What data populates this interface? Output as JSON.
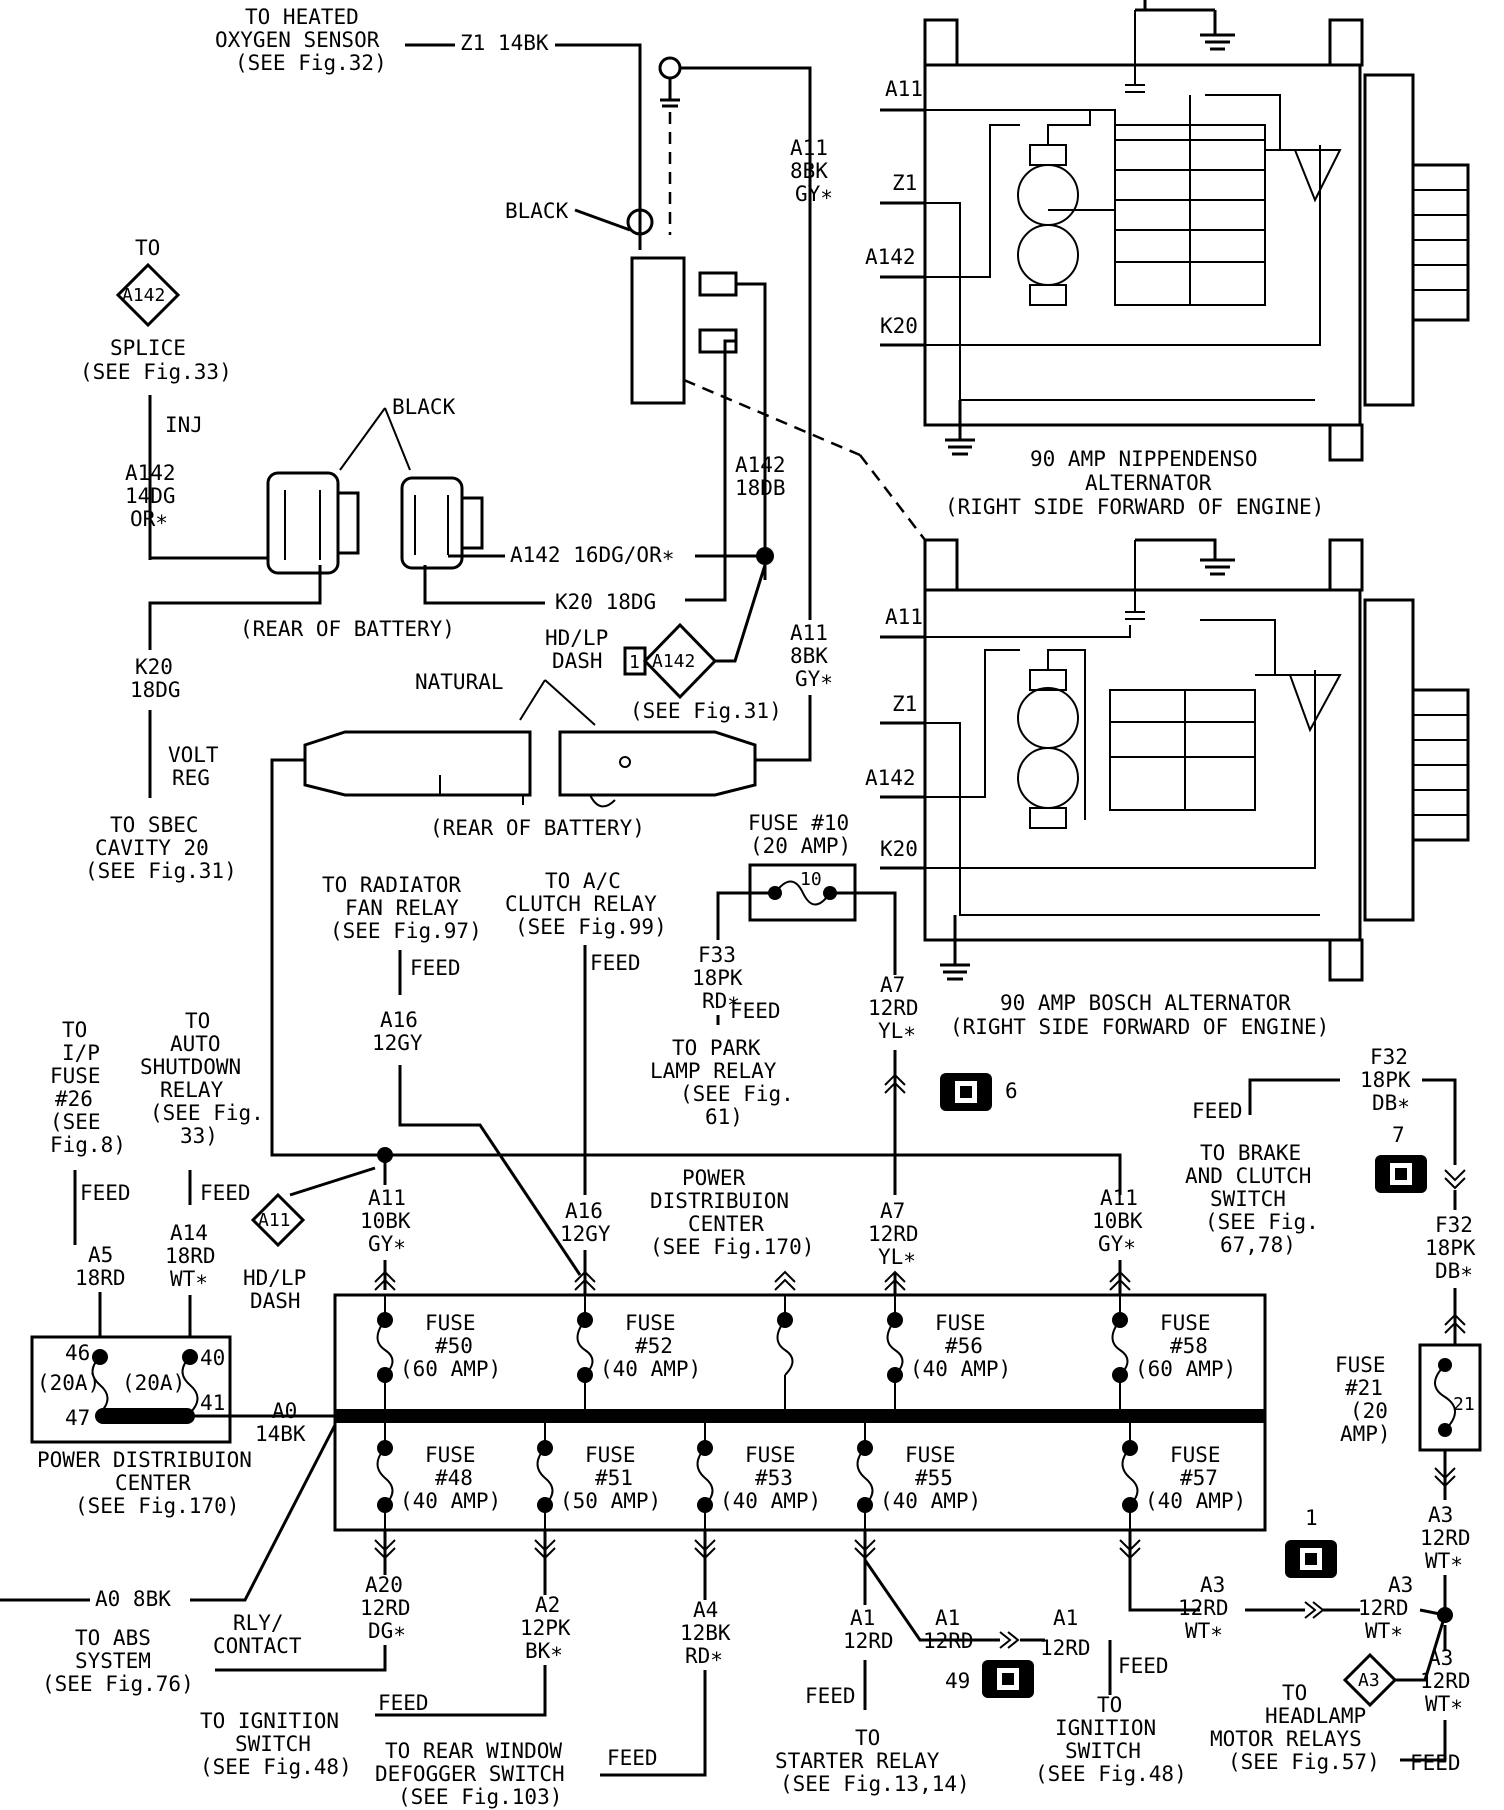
{
  "labels": {
    "heated_o2_1": "TO HEATED",
    "heated_o2_2": "OXYGEN SENSOR",
    "heated_o2_3": "(SEE Fig.32)",
    "z1_14bk": "Z1 14BK",
    "black_top": "BLACK",
    "a11_top_1": "A11",
    "a11_top_2": "8BK",
    "a11_top_3": "GY∗",
    "to_splice": "TO",
    "a142_diamond": "A142",
    "splice_1": "SPLICE",
    "splice_2": "(SEE Fig.33)",
    "inj": "INJ",
    "a142_left_1": "A142",
    "a142_left_2": "14DG",
    "a142_left_3": "OR∗",
    "black_conn": "BLACK",
    "a142_16dg": "A142 16DG/OR∗",
    "a142_18db_1": "A142",
    "a142_18db_2": "18DB",
    "k20_18dg": "K20 18DG",
    "rear_batt_1": "(REAR OF BATTERY)",
    "k20_left_1": "K20",
    "k20_left_2": "18DG",
    "hdlp_1": "HD/LP",
    "hdlp_2": "DASH",
    "hdlp_pin": "1",
    "see_fig31": "(SEE Fig.31)",
    "a11_mid_1": "A11",
    "a11_mid_2": "8BK",
    "a11_mid_3": "GY∗",
    "natural": "NATURAL",
    "volt_reg_1": "VOLT",
    "volt_reg_2": "REG",
    "sbec_1": "TO SBEC",
    "sbec_2": "CAVITY 20",
    "sbec_3": "(SEE Fig.31)",
    "rear_batt_2": "(REAR OF BATTERY)",
    "alt1_1": "90 AMP NIPPENDENSO",
    "alt1_2": "ALTERNATOR",
    "alt1_3": "(RIGHT SIDE FORWARD OF ENGINE)",
    "alt2_1": "90 AMP BOSCH ALTERNATOR",
    "alt2_2": "(RIGHT SIDE FORWARD OF ENGINE)",
    "alt_pin_a11": "A11",
    "alt_pin_z1": "Z1",
    "alt_pin_a142": "A142",
    "alt_pin_k20": "K20",
    "rad_1": "TO RADIATOR",
    "rad_2": "FAN RELAY",
    "rad_3": "(SEE Fig.97)",
    "feed": "FEED",
    "ac_1": "TO A/C",
    "ac_2": "CLUTCH RELAY",
    "ac_3": "(SEE Fig.99)",
    "fuse10_1": "FUSE #10",
    "fuse10_2": "(20 AMP)",
    "fuse10_num": "10",
    "f33_1": "F33",
    "f33_2": "18PK",
    "f33_3": "RD∗",
    "a7_top_1": "A7",
    "a7_top_2": "12RD",
    "a7_top_3": "YL∗",
    "park_1": "TO PARK",
    "park_2": "LAMP RELAY",
    "park_3": "(SEE Fig.",
    "park_4": "61)",
    "conn6": "6",
    "conn7": "7",
    "conn1": "1",
    "conn49": "49",
    "a11_left_1": "A11",
    "a11_left_2": "8BK",
    "a11_left_3": "GY∗",
    "a16_1": "A16",
    "a16_2": "12GY",
    "ip_1": "TO",
    "ip_2": "I/P",
    "ip_3": "FUSE",
    "ip_4": "#26",
    "ip_5": "(SEE",
    "ip_6": "Fig.8)",
    "asd_1": "TO",
    "asd_2": "AUTO",
    "asd_3": "SHUTDOWN",
    "asd_4": "RELAY",
    "asd_5": "(SEE Fig.",
    "asd_6": "33)",
    "f32_top_1": "F32",
    "f32_top_2": "18PK",
    "f32_top_3": "DB∗",
    "brake_1": "TO BRAKE",
    "brake_2": "AND CLUTCH",
    "brake_3": "SWITCH",
    "brake_4": "(SEE Fig.",
    "brake_5": "67,78)",
    "a11_pdc_1": "A11",
    "a11_pdc_2": "10BK",
    "a11_pdc_3": "GY∗",
    "a11_diamond": "A11",
    "hdlp2_1": "HD/LP",
    "hdlp2_2": "DASH",
    "a16_pdc_1": "A16",
    "a16_pdc_2": "12GY",
    "pdc_1": "POWER",
    "pdc_2": "DISTRIBUION",
    "pdc_3": "CENTER",
    "pdc_4": "(SEE Fig.170)",
    "a7_pdc_1": "A7",
    "a7_pdc_2": "12RD",
    "a7_pdc_3": "YL∗",
    "a11_r_1": "A11",
    "a11_r_2": "10BK",
    "a11_r_3": "GY∗",
    "f32_b_1": "F32",
    "f32_b_2": "18PK",
    "f32_b_3": "DB∗",
    "a14_1": "A14",
    "a14_2": "18RD",
    "a14_3": "WT∗",
    "a5_1": "A5",
    "a5_2": "18RD",
    "fuse": "FUSE",
    "f50": "#50",
    "f52": "#52",
    "f56": "#56",
    "f58": "#58",
    "f48": "#48",
    "f51": "#51",
    "f53": "#53",
    "f55": "#55",
    "f57": "#57",
    "a60": "(60 AMP)",
    "a40": "(40 AMP)",
    "a50": "(50 AMP)",
    "fuse21_1": "FUSE",
    "fuse21_2": "#21",
    "fuse21_3": "(20",
    "fuse21_4": "AMP)",
    "fuse21_num": "21",
    "spdc_46": "46",
    "spdc_40": "40",
    "spdc_47": "47",
    "spdc_41": "41",
    "spdc_20a": "(20A)",
    "spdc_1": "POWER DISTRIBUION",
    "spdc_2": "CENTER",
    "spdc_3": "(SEE Fig.170)",
    "a0_14bk_1": "A0",
    "a0_14bk_2": "14BK",
    "a0_8bk": "A0 8BK",
    "a20_1": "A20",
    "a20_2": "12RD",
    "a20_3": "DG∗",
    "rly_1": "RLY/",
    "rly_2": "CONTACT",
    "abs_1": "TO ABS",
    "abs_2": "SYSTEM",
    "abs_3": "(SEE Fig.76)",
    "a2_1": "A2",
    "a2_2": "12PK",
    "a2_3": "BK∗",
    "ign_1": "TO IGNITION",
    "ign_2": "SWITCH",
    "ign_3": "(SEE Fig.48)",
    "a4_1": "A4",
    "a4_2": "12BK",
    "a4_3": "RD∗",
    "defog_1": "TO REAR WINDOW",
    "defog_2": "DEFOGGER SWITCH",
    "defog_3": "(SEE Fig.103)",
    "a1_1": "A1",
    "a1_2": "12RD",
    "starter_1": "TO",
    "starter_2": "STARTER RELAY",
    "starter_3": "(SEE Fig.13,14)",
    "ign2_1": "TO",
    "ign2_2": "IGNITION",
    "ign2_3": "SWITCH",
    "ign2_4": "(SEE Fig.48)",
    "a3_1": "A3",
    "a3_2": "12RD",
    "a3_3": "WT∗",
    "a3_diamond": "A3",
    "hl_1": "TO",
    "hl_2": "HEADLAMP",
    "hl_3": "MOTOR RELAYS",
    "hl_4": "(SEE Fig.57)"
  }
}
